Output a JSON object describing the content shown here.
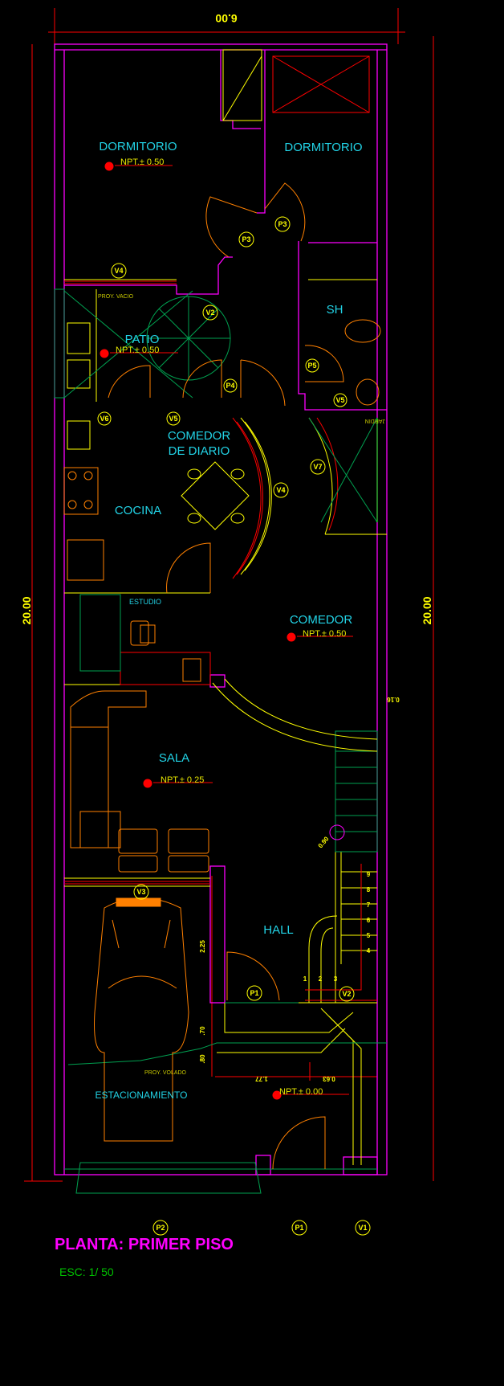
{
  "plan": {
    "title": "PLANTA: PRIMER PISO",
    "scale": "ESC: 1/ 50",
    "dimensions": {
      "width": "6.00",
      "length_left": "20.00",
      "length_right": "20.00",
      "d_225": "2.25",
      "d_70": ".70",
      "d_80": ".80",
      "d_177": "1.77",
      "d_063": "0.63",
      "d_016": "0.16",
      "d_090": "0.90"
    },
    "notes": {
      "proy_vacio": "PROY. VACIO",
      "proy_volado": "PROY. VOLADO",
      "jardin": "JARDIN"
    },
    "rooms": {
      "dorm1": "DORMITORIO",
      "dorm1_npt": "NPT.± 0.50",
      "dorm2": "DORMITORIO",
      "sh": "SH",
      "patio": "PATIO",
      "patio_npt": "NPT.± 0.50",
      "comedor_diario_1": "COMEDOR",
      "comedor_diario_2": "DE DIARIO",
      "cocina": "COCINA",
      "estudio": "ESTUDIO",
      "comedor": "COMEDOR",
      "comedor_npt": "NPT.± 0.50",
      "sala": "SALA",
      "sala_npt": "NPT.± 0.25",
      "hall": "HALL",
      "estacionamiento": "ESTACIONAMIENTO",
      "estac_npt": "NPT.± 0.00"
    },
    "tags": {
      "v4a": "V4",
      "v2a": "V2",
      "v6": "V6",
      "v5a": "V5",
      "p4": "P4",
      "p3a": "P3",
      "p3b": "P3",
      "p5": "P5",
      "v5b": "V5",
      "v7": "V7",
      "v4b": "V4",
      "v3": "V3",
      "p1a": "P1",
      "v2b": "V2",
      "p2": "P2",
      "p1b": "P1",
      "v1": "V1"
    },
    "stair_steps": [
      "1",
      "2",
      "3",
      "4",
      "5",
      "6",
      "7",
      "8",
      "9"
    ],
    "colors": {
      "wall": "#ff00ff",
      "line": "#ffff00",
      "red": "#ff0000",
      "furniture": "#ff8000",
      "green": "#00a050",
      "room_text": "#22d3e6"
    }
  }
}
